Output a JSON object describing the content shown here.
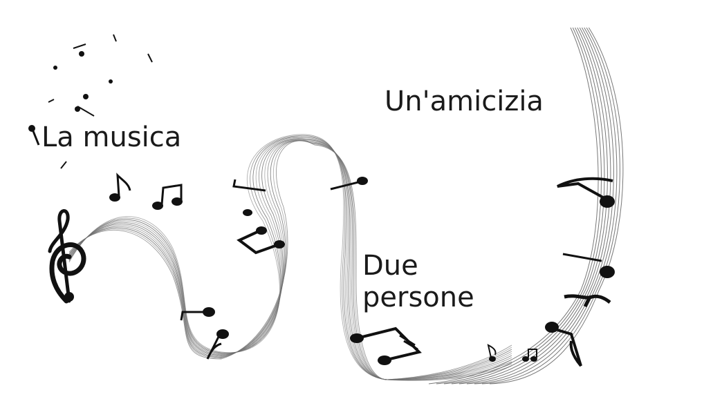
{
  "captions": {
    "music": "La musica",
    "friendship": "Un'amicizia",
    "people_line1": "Due",
    "people_line2": "persone"
  },
  "colors": {
    "background": "#ffffff",
    "ink": "#111111",
    "staff": "#6e6e6e"
  },
  "icons": [
    "treble-clef-icon",
    "eighth-note-icon",
    "beamed-notes-icon",
    "quarter-note-icon",
    "rest-icon"
  ]
}
